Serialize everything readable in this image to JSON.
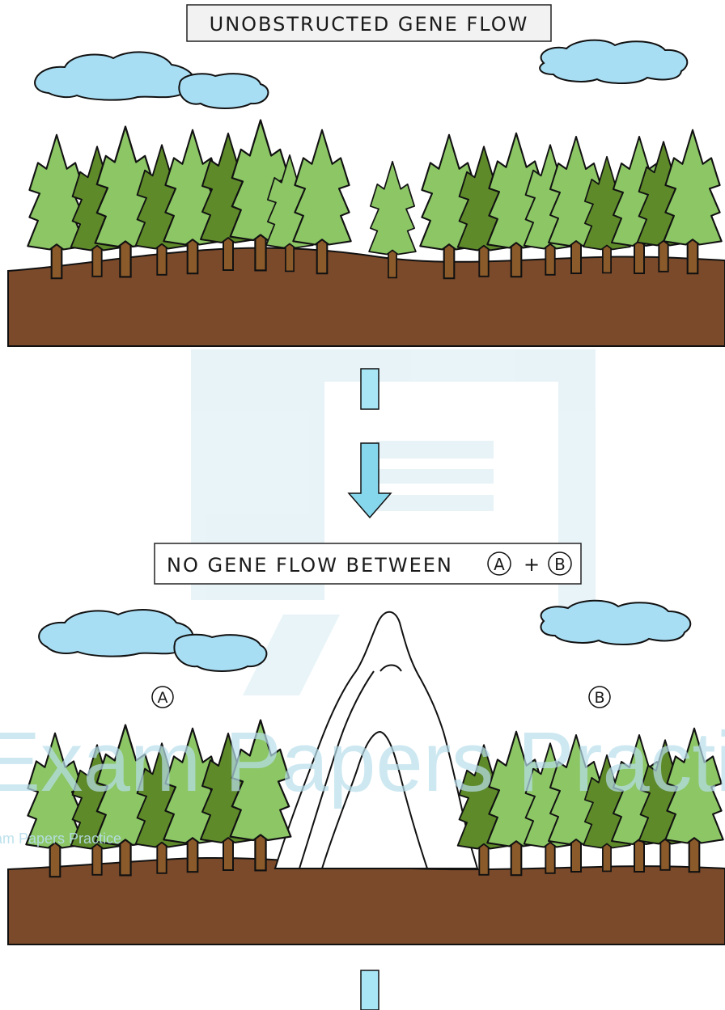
{
  "top_panel": {
    "title": "UNOBSTRUCTED GENE FLOW"
  },
  "bottom_panel": {
    "title_prefix": "NO GENE FLOW BETWEEN",
    "title_plus": "+",
    "population_a": "A",
    "population_b": "B"
  },
  "watermark": {
    "large_text": "Exam Papers Practice",
    "small_text": "Exam Papers Practice"
  },
  "colors": {
    "sky_cloud": "#a8def4",
    "tree_light": "#8cc665",
    "tree_dark": "#5e8a2a",
    "trunk": "#8b5a2b",
    "ground": "#7b4a2a",
    "arrow": "#86d7ec",
    "watermark": "#b8dfec"
  },
  "icons": [
    "cloud-icon",
    "tree-icon",
    "mountain-icon",
    "down-arrow-icon",
    "logo-icon"
  ]
}
